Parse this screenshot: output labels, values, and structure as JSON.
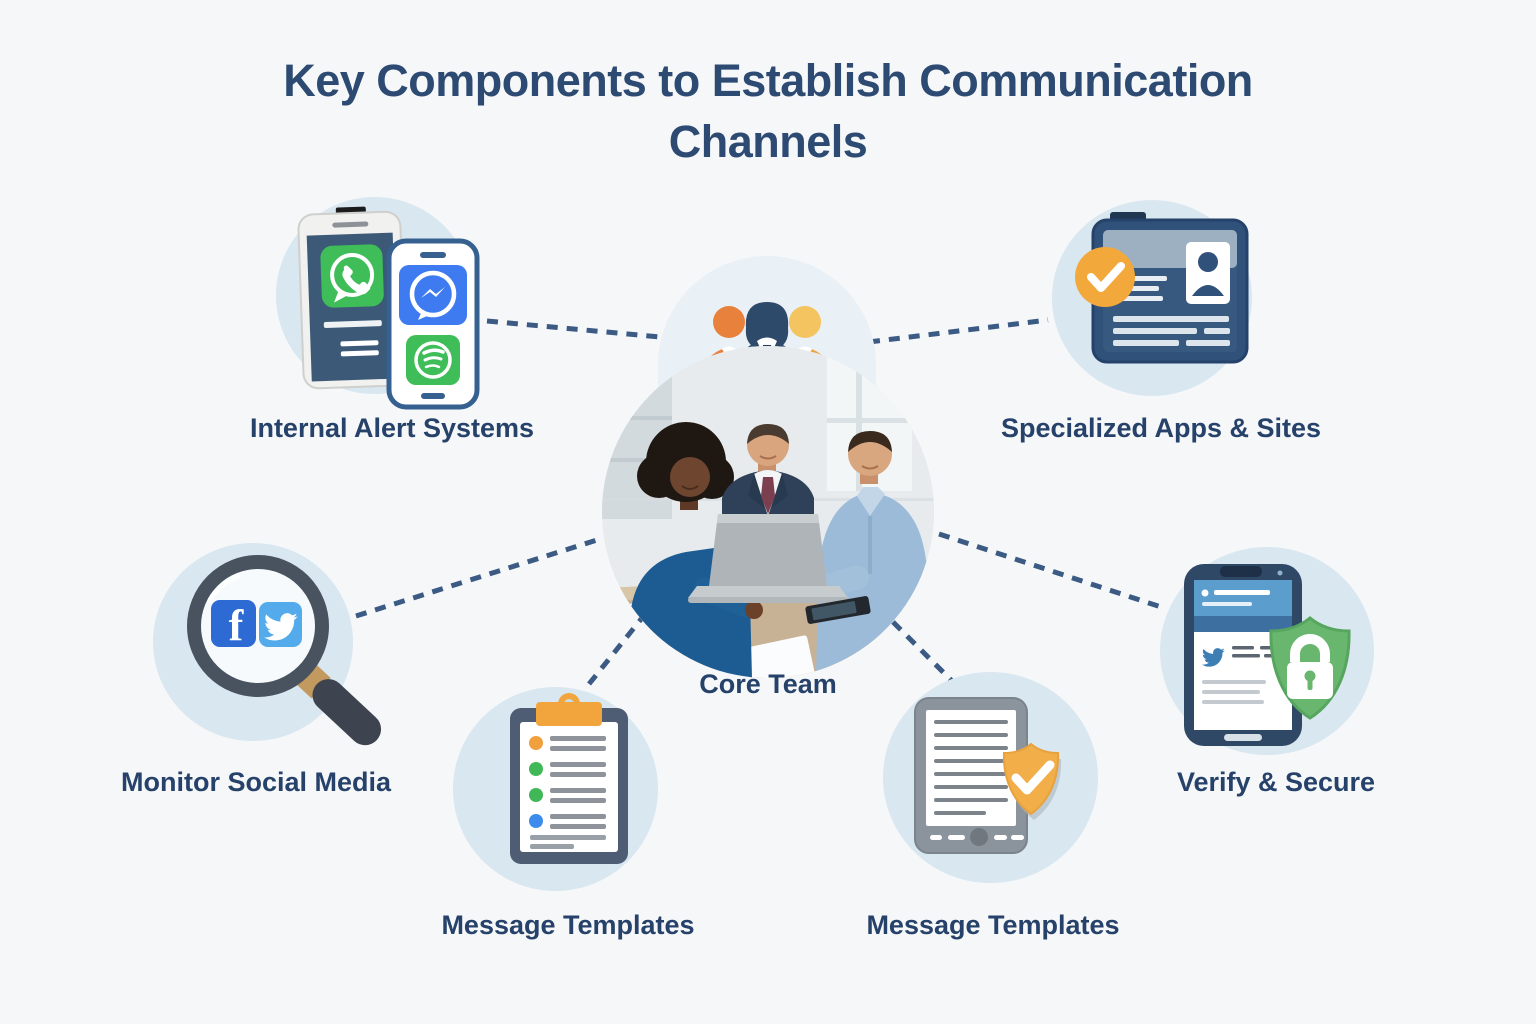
{
  "title": "Key Components to Establish Communication Channels",
  "center": {
    "label": "Core Team",
    "icon": "team-people-icon",
    "photo": "three-colleagues-at-laptop-photo"
  },
  "nodes": [
    {
      "label": "Internal Alert Systems",
      "position": "top-left",
      "icon": "phones-chat-apps-icon",
      "sub_icons": [
        "whatsapp-icon",
        "messenger-icon",
        "spotify-icon"
      ]
    },
    {
      "label": "Specialized Apps & Sites",
      "position": "top-right",
      "icon": "app-window-profile-icon",
      "sub_icons": [
        "check-badge-icon",
        "profile-card-icon"
      ]
    },
    {
      "label": "Monitor Social Media",
      "position": "middle-left",
      "icon": "magnifier-social-icon",
      "sub_icons": [
        "facebook-icon",
        "twitter-icon"
      ]
    },
    {
      "label": "Verify & Secure",
      "position": "middle-right",
      "icon": "phone-shield-lock-icon",
      "sub_icons": [
        "twitter-bird-icon",
        "shield-icon",
        "lock-icon"
      ]
    },
    {
      "label": "Message Templates",
      "position": "bottom-left",
      "icon": "clipboard-checklist-icon",
      "sub_icons": []
    },
    {
      "label": "Message Templates",
      "position": "bottom-right",
      "icon": "tablet-shield-check-icon",
      "sub_icons": [
        "check-icon"
      ]
    }
  ],
  "icons": {
    "facebook_glyph": "f"
  },
  "colors": {
    "background": "#f6f7f8",
    "bubble": "#d9e7f0",
    "dome": "#e9f0f6",
    "heading": "#2d4a73",
    "label": "#26426a",
    "connector": "#3b5a84",
    "orange": "#f2a53c",
    "whatsapp_green": "#3fbd58",
    "messenger_blue": "#3e7bf0",
    "facebook_blue": "#2e6ad3",
    "twitter_blue": "#54abec",
    "shield_green": "#69b66e",
    "shield_orange": "#f1ae49",
    "tablet_navy": "#2f517a",
    "clipboard_slate": "#4e5d73"
  }
}
